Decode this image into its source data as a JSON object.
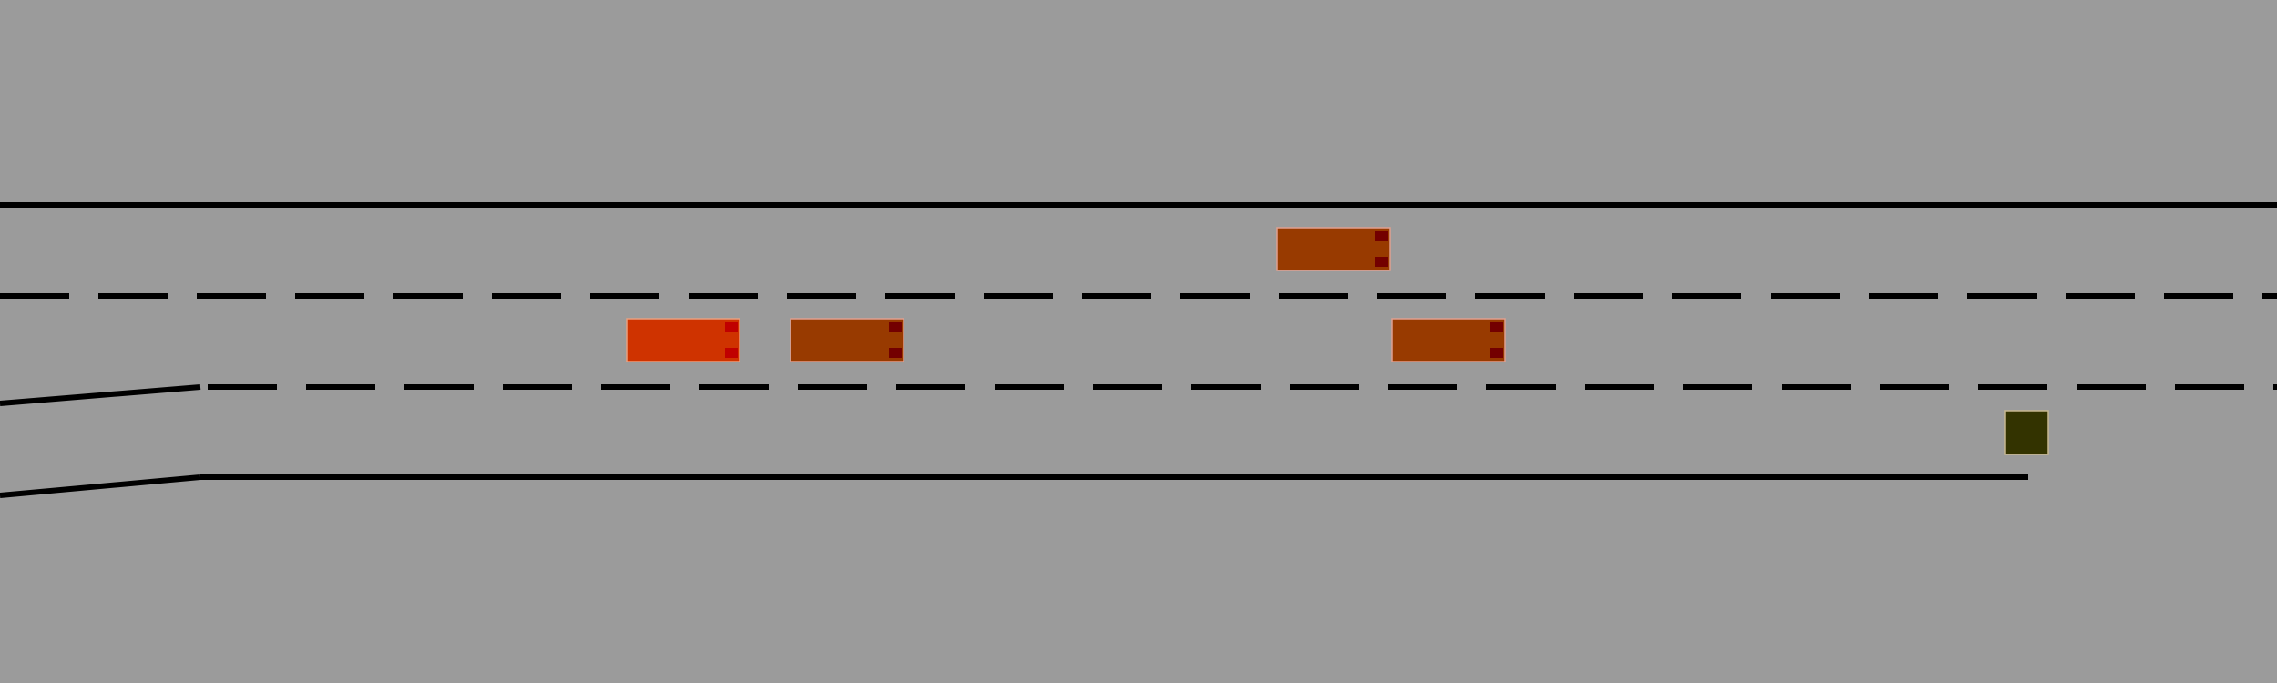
{
  "colors": {
    "background": "#9b9b9b",
    "lane_marking": "#000000",
    "ego_vehicle": "#cf3300",
    "other_vehicle": "#983a00",
    "vehicle_light": "#730000",
    "ego_light": "#c00000",
    "obstacle": "#333300",
    "vehicle_outline": "#e0a090"
  },
  "road": {
    "lanes": 3,
    "merge_ramp": "left-bottom",
    "lane_end_marker": "obstacle"
  },
  "vehicles": [
    {
      "id": "ego",
      "role": "ego",
      "heading": "right"
    },
    {
      "id": "car-1",
      "role": "other",
      "heading": "right"
    },
    {
      "id": "car-2",
      "role": "other",
      "heading": "right"
    },
    {
      "id": "car-3",
      "role": "other",
      "heading": "right"
    }
  ],
  "obstacles": [
    {
      "id": "obstacle-1",
      "shape": "square"
    }
  ]
}
